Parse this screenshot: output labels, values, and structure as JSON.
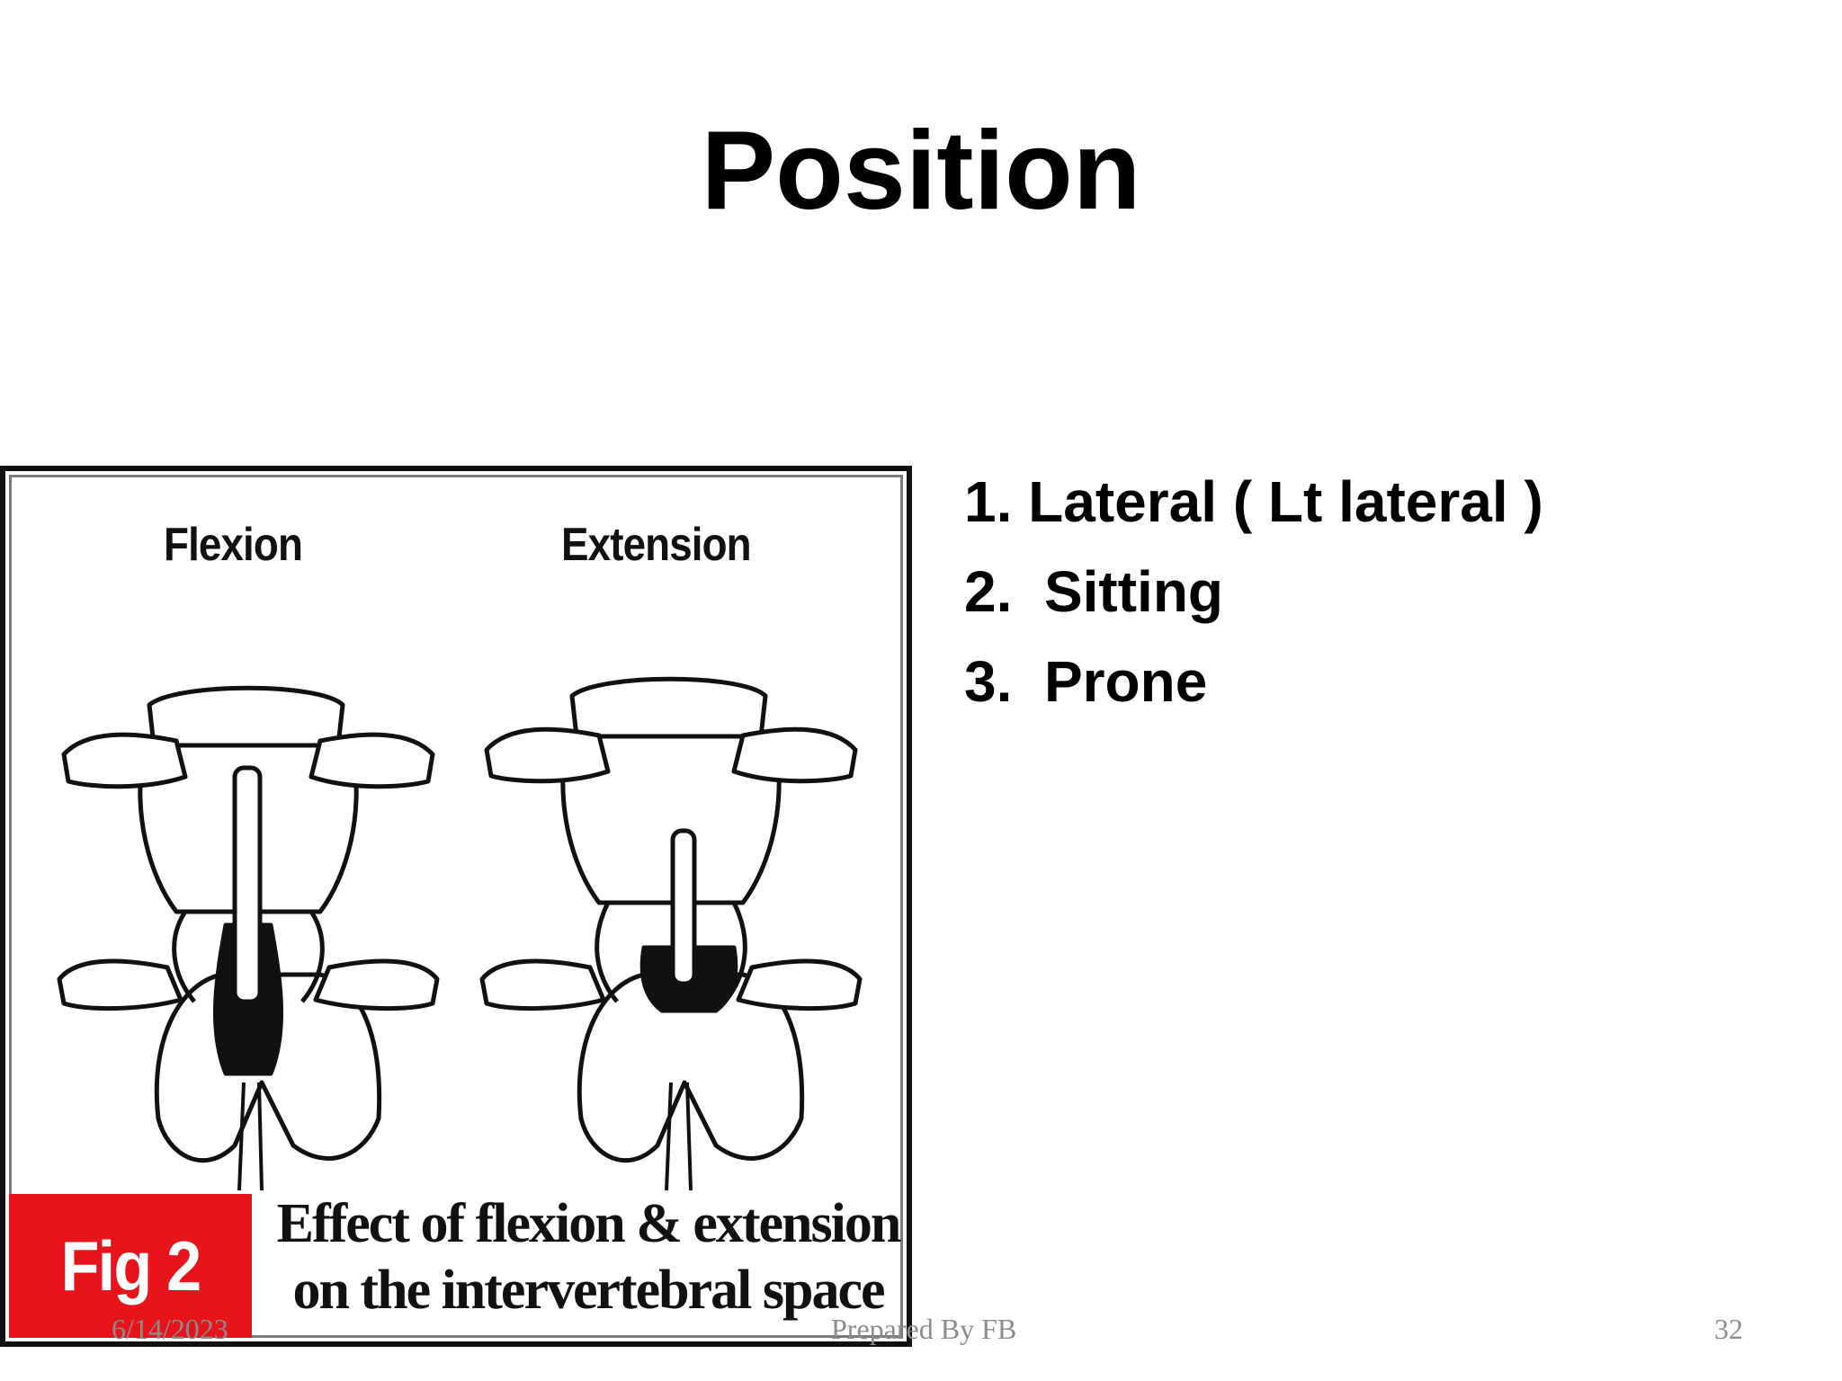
{
  "slide": {
    "title": "Position",
    "bullets": [
      "1. Lateral ( Lt lateral )",
      "2.  Sitting",
      "3.  Prone"
    ]
  },
  "figure": {
    "left_label": "Flexion",
    "right_label": "Extension",
    "badge": "Fig 2",
    "caption_line1": "Effect of flexion & extension",
    "caption_line2": "on the intervertebral space",
    "badge_color": "#e8141b"
  },
  "footer": {
    "date": "6/14/2023",
    "author": "Prepared By FB",
    "page": "32"
  }
}
